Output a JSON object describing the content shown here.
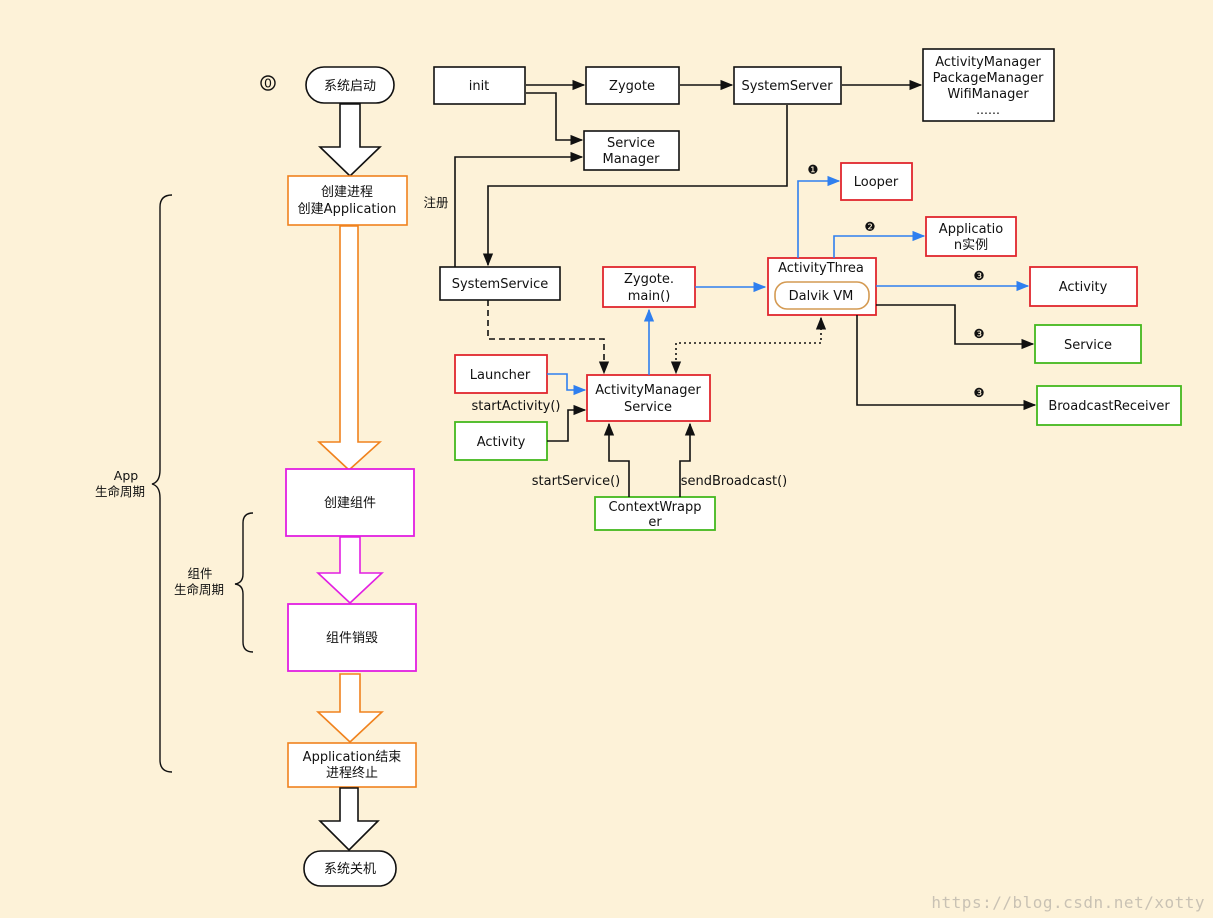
{
  "app_lifecycle": {
    "marker": "0",
    "start": "系统启动",
    "create_process_l1": "创建进程",
    "create_process_l2": "创建Application",
    "create_component": "创建组件",
    "destroy_component": "组件销毁",
    "app_end_l1": "Application结束",
    "app_end_l2": "进程终止",
    "shutdown": "系统关机",
    "app_label_l1": "App",
    "app_label_l2": "生命周期",
    "comp_label_l1": "组件",
    "comp_label_l2": "生命周期"
  },
  "system": {
    "init": "init",
    "zygote": "Zygote",
    "system_server": "SystemServer",
    "managers": [
      "ActivityManager",
      "PackageManager",
      "WifiManager",
      "......"
    ],
    "service_manager_l1": "Service",
    "service_manager_l2": "Manager",
    "register": "注册",
    "system_service": "SystemService"
  },
  "runtime": {
    "zygote_main_l1": "Zygote.",
    "zygote_main_l2": "main()",
    "activity_thread": "ActivityThrea",
    "dalvik_vm": "Dalvik VM",
    "looper": "Looper",
    "application_l1": "Applicatio",
    "application_l2": "n实例",
    "activity_out": "Activity",
    "service_out": "Service",
    "broadcast_receiver": "BroadcastReceiver",
    "step1": "❶",
    "step2": "❷",
    "step3a": "❸",
    "step3b": "❸",
    "step3c": "❸"
  },
  "ams": {
    "launcher": "Launcher",
    "start_activity": "startActivity()",
    "activity_in": "Activity",
    "ams_l1": "ActivityManager",
    "ams_l2": "Service",
    "start_service": "startService()",
    "send_broadcast": "sendBroadcast()",
    "context_wrapper_l1": "ContextWrapp",
    "context_wrapper_l2": "er"
  },
  "footer": {
    "watermark": "https://blog.csdn.net/xotty"
  },
  "colors": {
    "black": "#111111",
    "orange": "#f0821e",
    "magenta": "#e21fe2",
    "red": "#e0262e",
    "green": "#44b81e",
    "blue": "#2f7fef",
    "tan": "#d49a52"
  }
}
